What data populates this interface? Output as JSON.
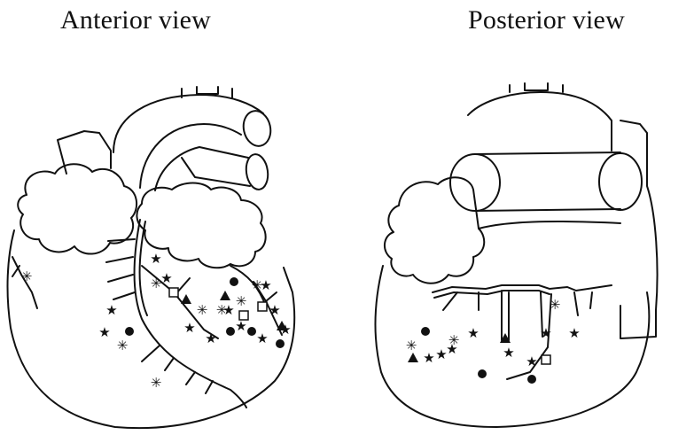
{
  "views": {
    "anterior": {
      "title": "Anterior view",
      "markers": [
        {
          "symbol": "star",
          "count": 12
        },
        {
          "symbol": "asterisk",
          "count": 8
        },
        {
          "symbol": "circle",
          "count": 5
        },
        {
          "symbol": "triangle",
          "count": 3
        },
        {
          "symbol": "square",
          "count": 3
        }
      ]
    },
    "posterior": {
      "title": "Posterior view",
      "markers": [
        {
          "symbol": "star",
          "count": 8
        },
        {
          "symbol": "asterisk",
          "count": 3
        },
        {
          "symbol": "circle",
          "count": 3
        },
        {
          "symbol": "triangle",
          "count": 2
        },
        {
          "symbol": "square",
          "count": 1
        }
      ]
    }
  },
  "colors": {
    "ink": "#111111",
    "background": "#ffffff"
  }
}
